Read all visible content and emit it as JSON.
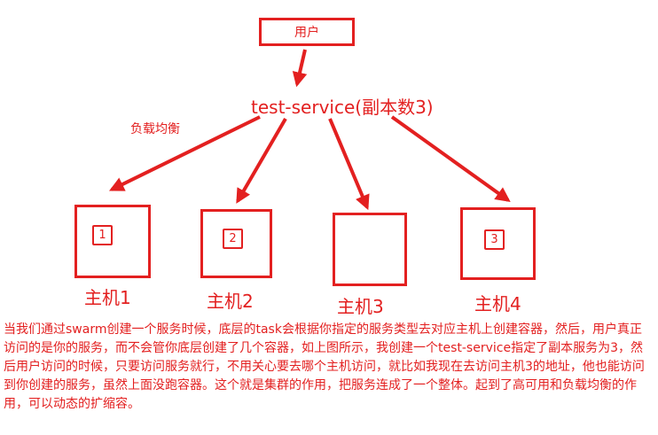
{
  "colors": {
    "accent": "#e32020",
    "background": "#ffffff"
  },
  "diagram": {
    "user": "用户",
    "service": "test-service(副本数3)",
    "load_balance": "负载均衡",
    "hosts": [
      {
        "label": "主机1",
        "task": "1"
      },
      {
        "label": "主机2",
        "task": "2"
      },
      {
        "label": "主机3",
        "task": ""
      },
      {
        "label": "主机4",
        "task": "3"
      }
    ]
  },
  "description": "当我们通过swarm创建一个服务时候，底层的task会根据你指定的服务类型去对应主机上创建容器，然后，用户真正访问的是你的服务，而不会管你底层创建了几个容器，如上图所示，我创建一个test-service指定了副本服务为3，然后用户访问的时候，只要访问服务就行，不用关心要去哪个主机访问，就比如我现在去访问主机3的地址，他也能访问到你创建的服务，虽然上面没跑容器。这个就是集群的作用，把服务连成了一个整体。起到了高可用和负载均衡的作用，可以动态的扩缩容。"
}
